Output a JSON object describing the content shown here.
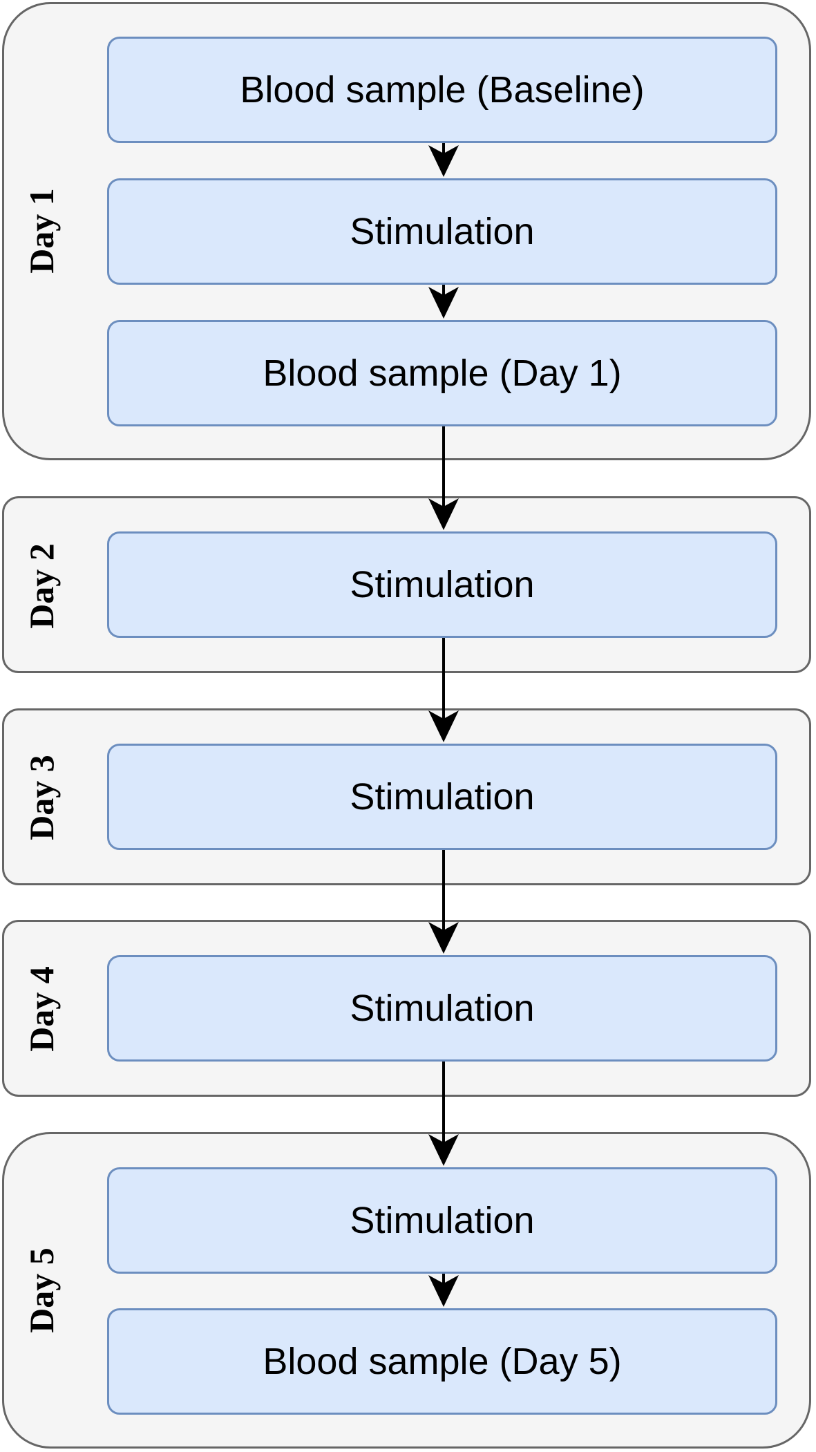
{
  "groups": [
    {
      "label": "Day 1",
      "steps": [
        "Blood sample (Baseline)",
        "Stimulation",
        "Blood sample (Day 1)"
      ]
    },
    {
      "label": "Day 2",
      "steps": [
        "Stimulation"
      ]
    },
    {
      "label": "Day 3",
      "steps": [
        "Stimulation"
      ]
    },
    {
      "label": "Day 4",
      "steps": [
        "Stimulation"
      ]
    },
    {
      "label": "Day 5",
      "steps": [
        "Stimulation",
        "Blood sample (Day 5)"
      ]
    }
  ],
  "colors": {
    "group_fill": "#f5f5f5",
    "group_stroke": "#666666",
    "step_fill": "#dae8fc",
    "step_stroke": "#6c8ebf",
    "arrow": "#000000"
  }
}
